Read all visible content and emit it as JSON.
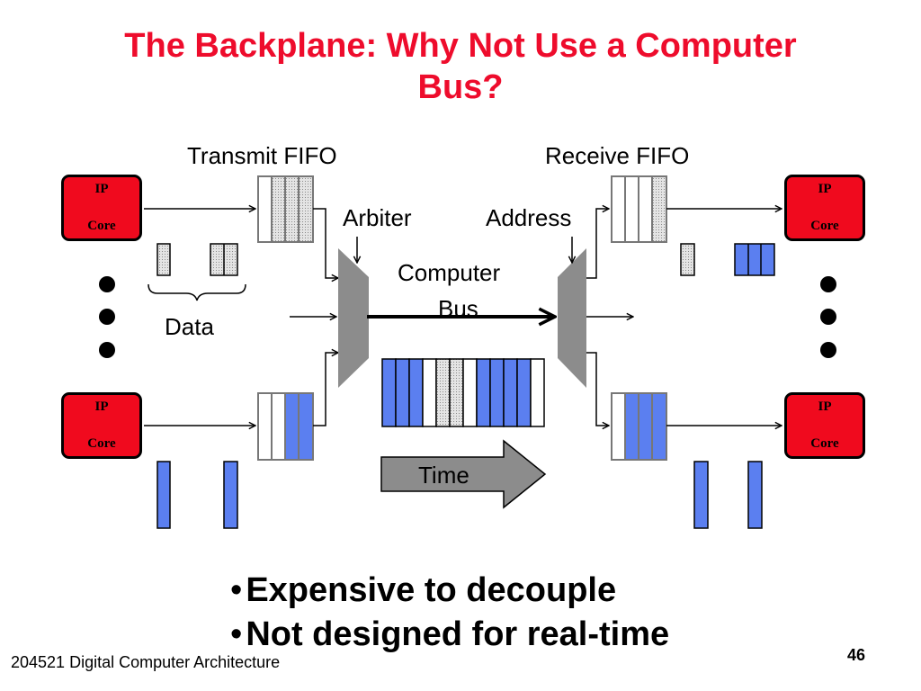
{
  "slide": {
    "title_line1": "The Backplane: Why Not Use a Computer",
    "title_line2": "Bus?",
    "footer": "204521 Digital Computer Architecture",
    "page_number": "46"
  },
  "diagram": {
    "transmit_fifo": "Transmit FIFO",
    "receive_fifo": "Receive FIFO",
    "arbiter": "Arbiter",
    "address": "Address",
    "computer_bus_line1": "Computer",
    "computer_bus_line2": "Bus",
    "data": "Data",
    "time": "Time",
    "ip_core_line1": "IP",
    "ip_core_line2": "Core"
  },
  "bullets": [
    "Expensive to decouple",
    "Not designed for real-time"
  ],
  "colors": {
    "title": "#ee0c2c",
    "ip_core_fill": "#f00a1e",
    "data_blue": "#5b7ff0",
    "data_gray": "#d4d4d4",
    "mux_gray": "#8c8c8c"
  }
}
